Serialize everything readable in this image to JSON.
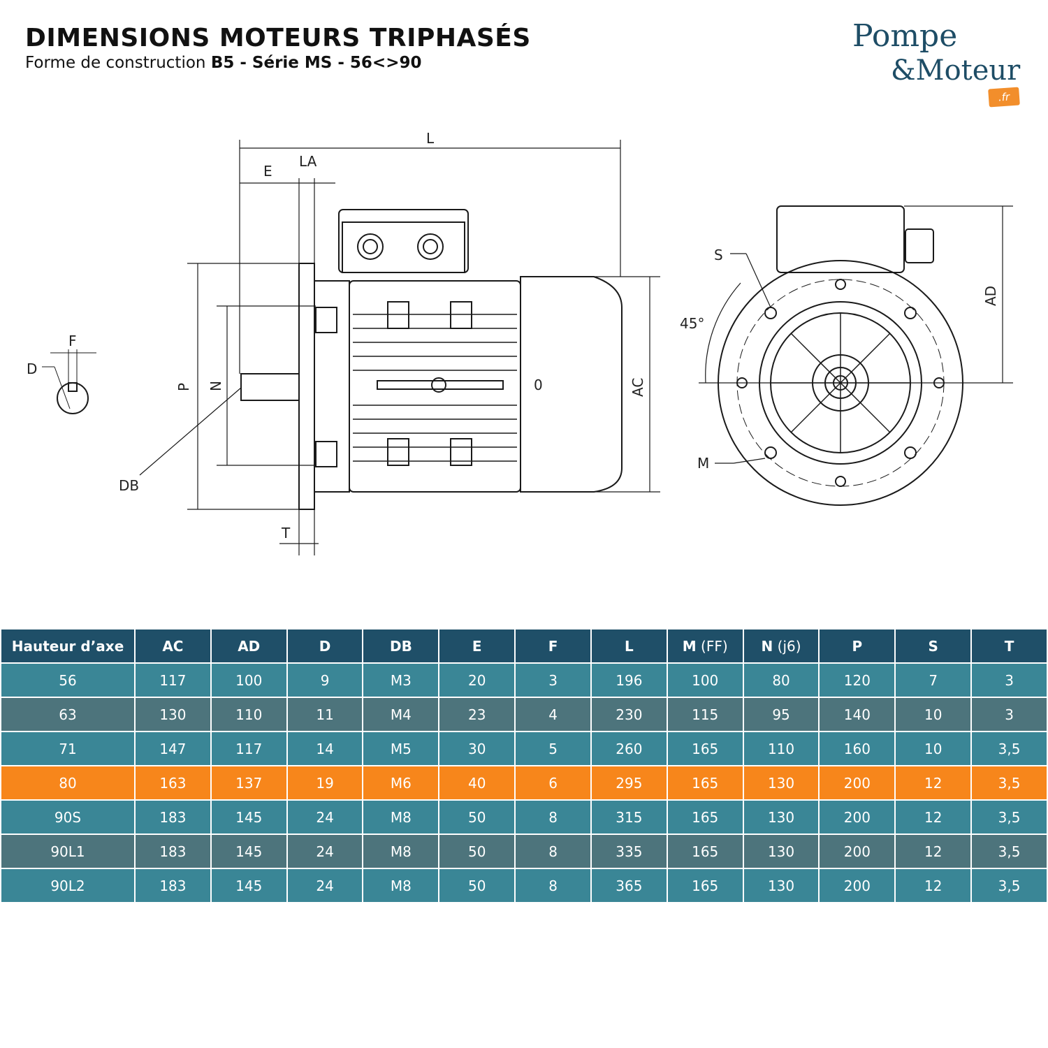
{
  "header": {
    "title": "DIMENSIONS MOTEURS TRIPHASÉS",
    "subtitle_prefix": "Forme de construction ",
    "subtitle_bold": "B5 - Série MS - 56<>90"
  },
  "logo": {
    "line1": "Pompe",
    "line2": "&Moteur",
    "badge": ".fr"
  },
  "diagram_labels": {
    "L": "L",
    "LA": "LA",
    "E": "E",
    "F": "F",
    "D": "D",
    "P": "P",
    "N": "N",
    "DB": "DB",
    "T": "T",
    "O": "0",
    "AC": "AC",
    "AD": "AD",
    "S": "S",
    "M": "M",
    "angle": "45°"
  },
  "colors": {
    "header_bg": "#1f4f68",
    "row_teal": "#3a8696",
    "row_slate": "#4d747c",
    "row_highlight": "#f7861b"
  },
  "table": {
    "headers": [
      {
        "label": "Hauteur d’axe",
        "unit": ""
      },
      {
        "label": "AC",
        "unit": ""
      },
      {
        "label": "AD",
        "unit": ""
      },
      {
        "label": "D",
        "unit": ""
      },
      {
        "label": "DB",
        "unit": ""
      },
      {
        "label": "E",
        "unit": ""
      },
      {
        "label": "F",
        "unit": ""
      },
      {
        "label": "L",
        "unit": ""
      },
      {
        "label": "M",
        "unit": " (FF)"
      },
      {
        "label": "N",
        "unit": " (j6)"
      },
      {
        "label": "P",
        "unit": ""
      },
      {
        "label": "S",
        "unit": ""
      },
      {
        "label": "T",
        "unit": ""
      }
    ],
    "rows": [
      {
        "style": "a",
        "cells": [
          "56",
          "117",
          "100",
          "9",
          "M3",
          "20",
          "3",
          "196",
          "100",
          "80",
          "120",
          "7",
          "3"
        ]
      },
      {
        "style": "b",
        "cells": [
          "63",
          "130",
          "110",
          "11",
          "M4",
          "23",
          "4",
          "230",
          "115",
          "95",
          "140",
          "10",
          "3"
        ]
      },
      {
        "style": "a",
        "cells": [
          "71",
          "147",
          "117",
          "14",
          "M5",
          "30",
          "5",
          "260",
          "165",
          "110",
          "160",
          "10",
          "3,5"
        ]
      },
      {
        "style": "hl",
        "cells": [
          "80",
          "163",
          "137",
          "19",
          "M6",
          "40",
          "6",
          "295",
          "165",
          "130",
          "200",
          "12",
          "3,5"
        ]
      },
      {
        "style": "a",
        "cells": [
          "90S",
          "183",
          "145",
          "24",
          "M8",
          "50",
          "8",
          "315",
          "165",
          "130",
          "200",
          "12",
          "3,5"
        ]
      },
      {
        "style": "b",
        "cells": [
          "90L1",
          "183",
          "145",
          "24",
          "M8",
          "50",
          "8",
          "335",
          "165",
          "130",
          "200",
          "12",
          "3,5"
        ]
      },
      {
        "style": "a",
        "cells": [
          "90L2",
          "183",
          "145",
          "24",
          "M8",
          "50",
          "8",
          "365",
          "165",
          "130",
          "200",
          "12",
          "3,5"
        ]
      }
    ]
  }
}
